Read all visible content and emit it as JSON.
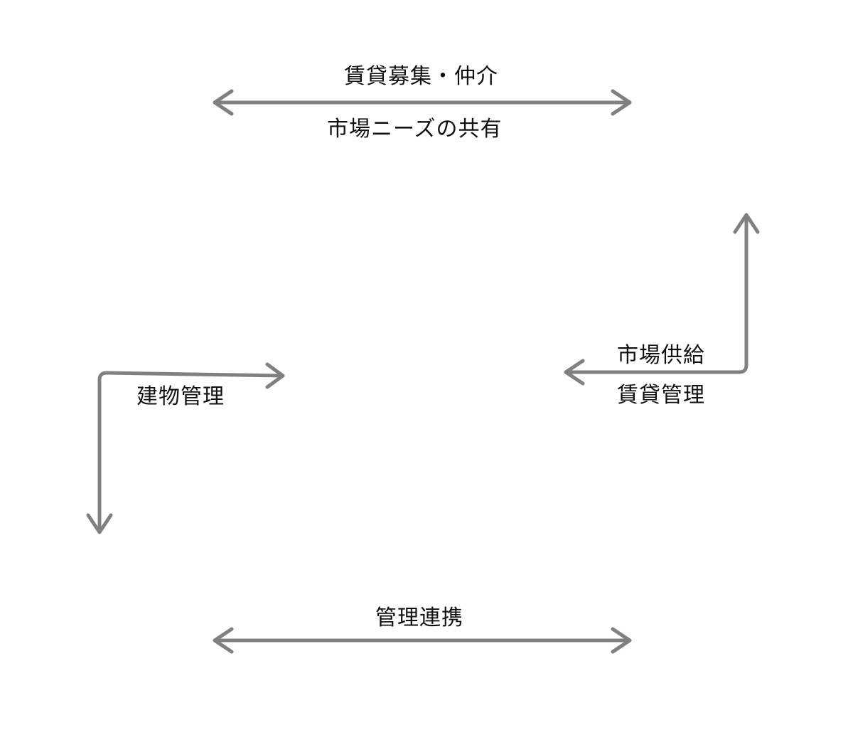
{
  "colors": {
    "arrow": "#808080",
    "text": "#111111",
    "background": "#ffffff"
  },
  "top": {
    "label_above": "賃貸募集・仲介",
    "label_below": "市場ニーズの共有"
  },
  "right": {
    "label_above": "市場供給",
    "label_below": "賃貸管理"
  },
  "left": {
    "label": "建物管理"
  },
  "bottom": {
    "label": "管理連携"
  }
}
